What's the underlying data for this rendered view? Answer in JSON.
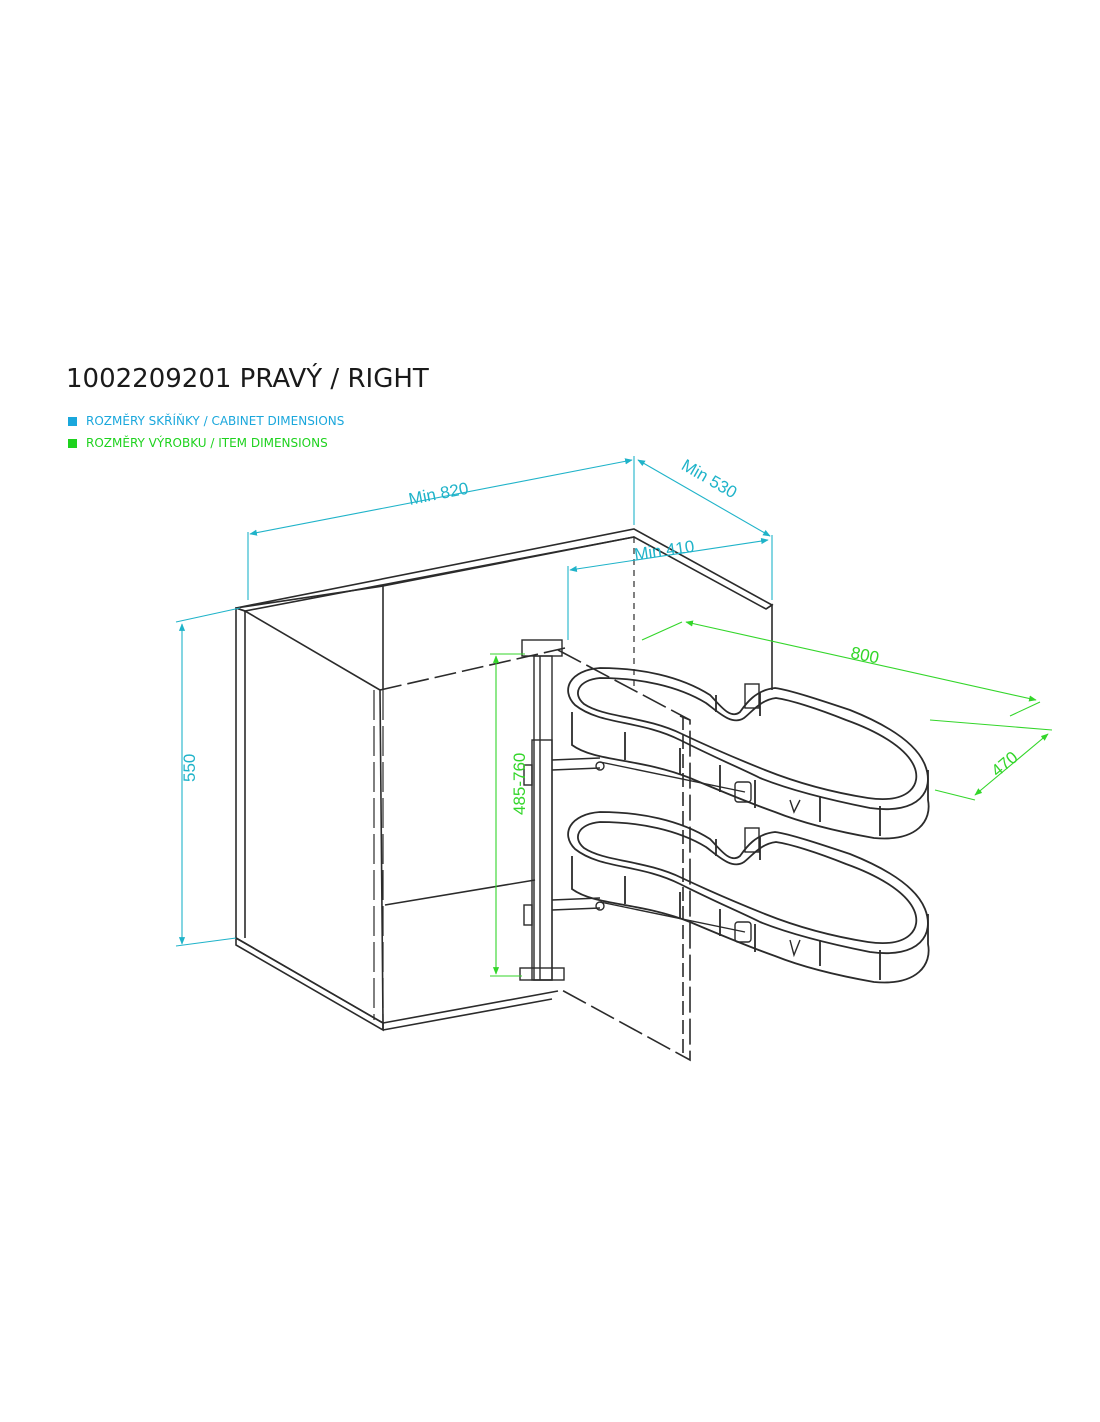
{
  "title": "1002209201 PRAVÝ / RIGHT",
  "legend": {
    "cabinet": {
      "label": "ROZMĚRY SKŘÍŇKY / CABINET DIMENSIONS",
      "color": "#1aa7dc"
    },
    "item": {
      "label": "ROZMĚRY VÝROBKU / ITEM DIMENSIONS",
      "color": "#1ed21e"
    }
  },
  "dimensions": {
    "min_width": "Min 820",
    "min_depth": "Min 530",
    "min_opening": "Min 410",
    "height": "550",
    "item_length": "800",
    "item_depth": "470",
    "item_height_range": "485-760"
  },
  "colors": {
    "line": "#2b2b2b",
    "cabinet_dim": "#1fb3c9",
    "item_dim": "#33d62a"
  }
}
